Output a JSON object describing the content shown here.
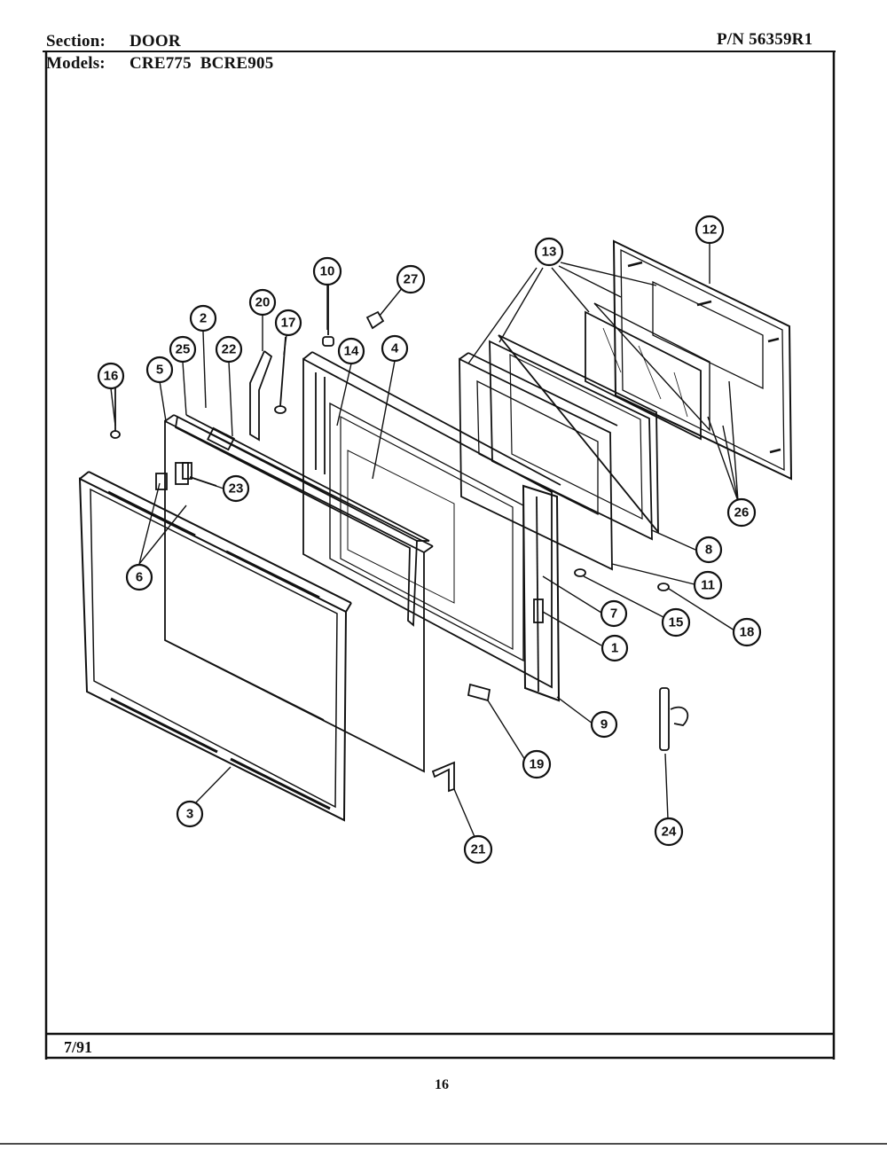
{
  "header": {
    "section_label": "Section:",
    "section_value": "DOOR",
    "models_label": "Models:",
    "models_value": "CRE775  BCRE905",
    "part_number": "P/N 56359R1"
  },
  "footer": {
    "date": "7/91",
    "page_number": "16"
  },
  "callouts": [
    "1",
    "2",
    "3",
    "4",
    "5",
    "6",
    "7",
    "8",
    "9",
    "10",
    "11",
    "12",
    "13",
    "14",
    "15",
    "16",
    "17",
    "18",
    "19",
    "20",
    "21",
    "22",
    "23",
    "24",
    "25",
    "26",
    "27"
  ]
}
